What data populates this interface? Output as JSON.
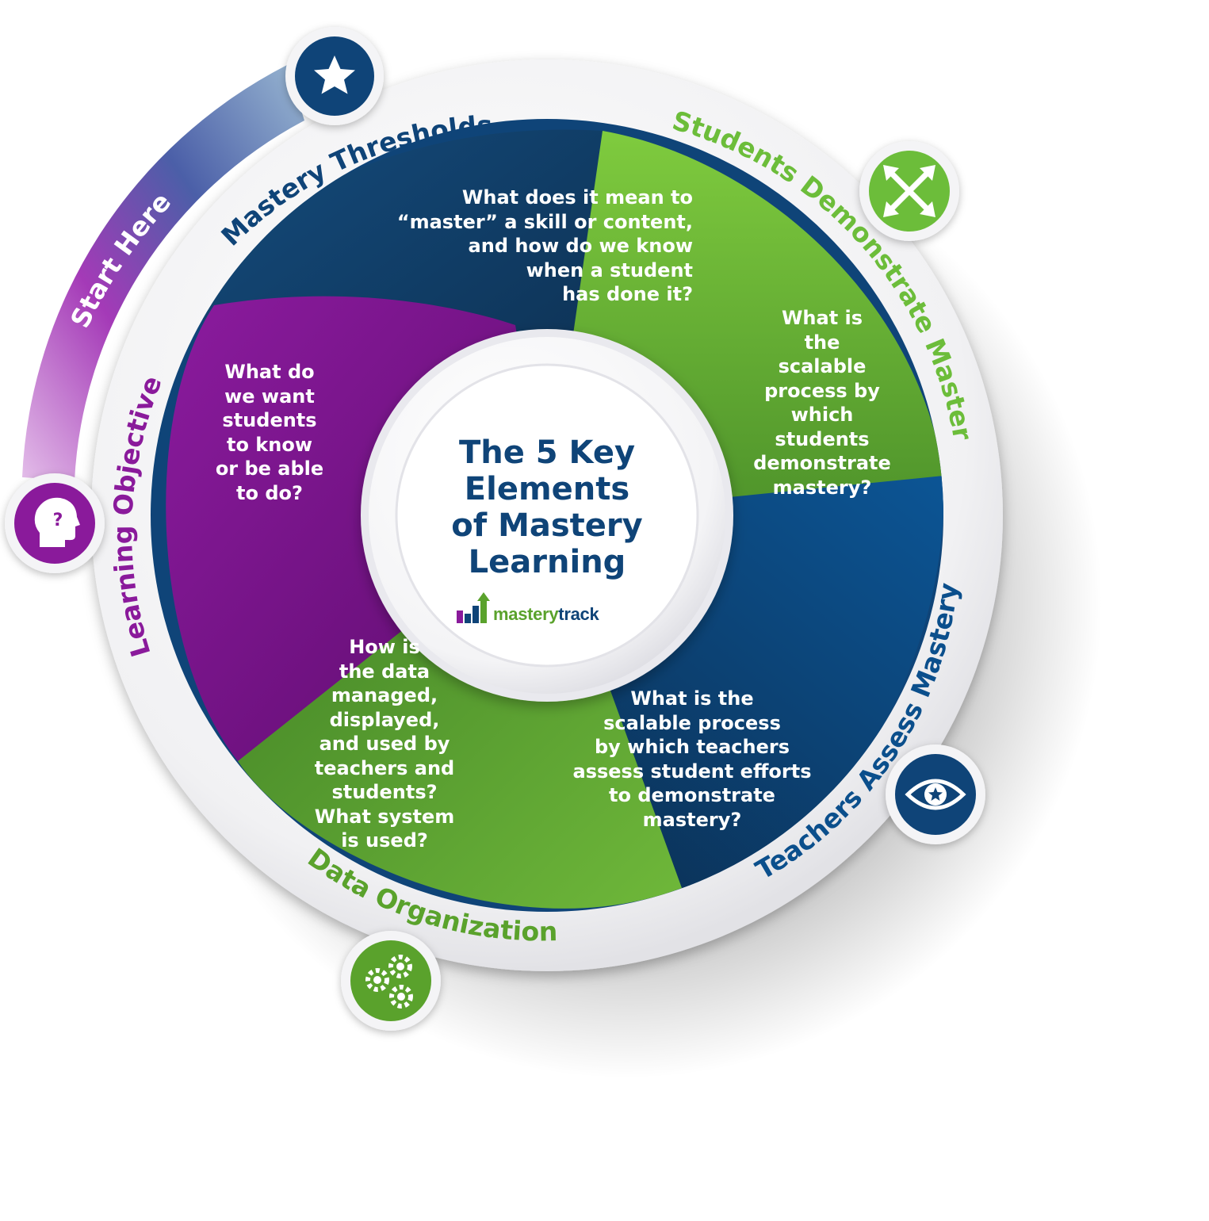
{
  "center": {
    "title": "The 5 Key\nElements\nof Mastery\nLearning",
    "logo": {
      "word_mastery": "mastery",
      "word_track": "track"
    }
  },
  "start_label": "Start Here",
  "elements": [
    {
      "name": "Learning Objectives",
      "color": "#8a1a9b",
      "icon": "head-question-icon",
      "question": "What do\nwe want\nstudents\nto know\nor be able\nto do?"
    },
    {
      "name": "Mastery Thresholds",
      "color": "#0f4478",
      "icon": "star-icon",
      "question": "What does it mean to\n“master” a skill or content,\nand how do we know\nwhen a student\nhas done it?"
    },
    {
      "name": "Students Demonstrate Mastery",
      "color": "#6cbd3a",
      "icon": "expand-arrows-icon",
      "question": "What is\nthe\nscalable\nprocess by\nwhich\nstudents\ndemonstrate\nmastery?"
    },
    {
      "name": "Teachers Assess Mastery",
      "color": "#0b4f8c",
      "icon": "eye-star-icon",
      "question": "What is the\nscalable process\nby which teachers\nassess student efforts\nto demonstrate\nmastery?"
    },
    {
      "name": "Data Organization",
      "color": "#5aa22c",
      "icon": "gears-icon",
      "question": "How is\nthe data\nmanaged,\ndisplayed,\nand used by\nteachers and\nstudents?\nWhat system\nis used?"
    }
  ]
}
